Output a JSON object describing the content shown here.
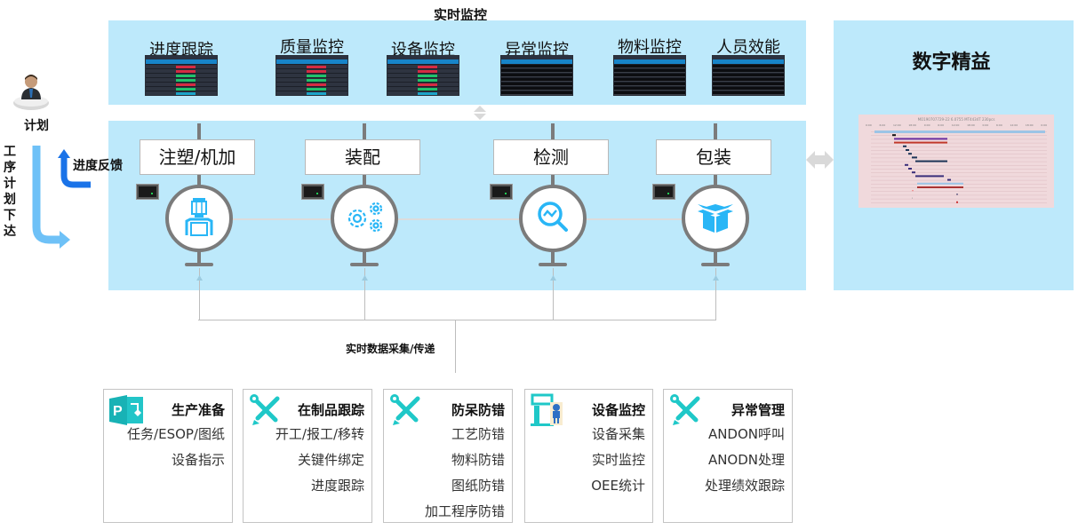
{
  "top_section": {
    "title": "实时监控",
    "monitors": [
      {
        "label": "进度跟踪",
        "style": "bars"
      },
      {
        "label": "质量监控",
        "style": "bars"
      },
      {
        "label": "设备监控",
        "style": "bars"
      },
      {
        "label": "异常监控",
        "style": "table"
      },
      {
        "label": "物料监控",
        "style": "table"
      },
      {
        "label": "人员效能",
        "style": "table"
      }
    ]
  },
  "left": {
    "plan_label": "计划",
    "feedback_label": "进度反馈",
    "dispatch_label": "工序计划下达",
    "dispatch_chars": [
      "工",
      "序",
      "计",
      "划",
      "下",
      "达"
    ]
  },
  "stages": [
    {
      "label": "注塑/机加",
      "icon": "injection-machine-icon"
    },
    {
      "label": "装配",
      "icon": "gears-icon"
    },
    {
      "label": "检测",
      "icon": "inspection-magnifier-icon"
    },
    {
      "label": "包装",
      "icon": "package-box-icon"
    }
  ],
  "right_panel": {
    "title": "数字精益",
    "gantt_title": "MO190707729-22 6.0755 MT4434T 230pcs",
    "gantt_ticks": [
      "0:00",
      "6:00",
      "12:00",
      "18:00",
      "0:00",
      "6:00",
      "12:00",
      "18:00",
      "0:00",
      "6:00",
      "12:00",
      "18:00",
      "0:00"
    ]
  },
  "data_collection_label": "实时数据采集/传递",
  "modules": [
    {
      "title": "生产准备",
      "icon": "project-p-icon",
      "items": [
        "任务/ESOP/图纸",
        "设备指示"
      ]
    },
    {
      "title": "在制品跟踪",
      "icon": "wrench-pencil-icon",
      "items": [
        "开工/报工/移转",
        "关键件绑定",
        "进度跟踪"
      ]
    },
    {
      "title": "防呆防错",
      "icon": "wrench-pencil-icon",
      "items": [
        "工艺防错",
        "物料防错",
        "图纸防错",
        "加工程序防错"
      ]
    },
    {
      "title": "设备监控",
      "icon": "machine-robot-icon",
      "items": [
        "设备采集",
        "实时监控",
        "OEE统计"
      ]
    },
    {
      "title": "异常管理",
      "icon": "wrench-pencil-icon",
      "items": [
        "ANDON呼叫",
        "ANODN处理",
        "处理绩效跟踪"
      ]
    }
  ],
  "colors": {
    "panel_bg": "#bde9fb",
    "icon_cyan": "#29b6f6",
    "module_icon": "#1fc8c8",
    "stem_gray": "#7b7b7b"
  }
}
